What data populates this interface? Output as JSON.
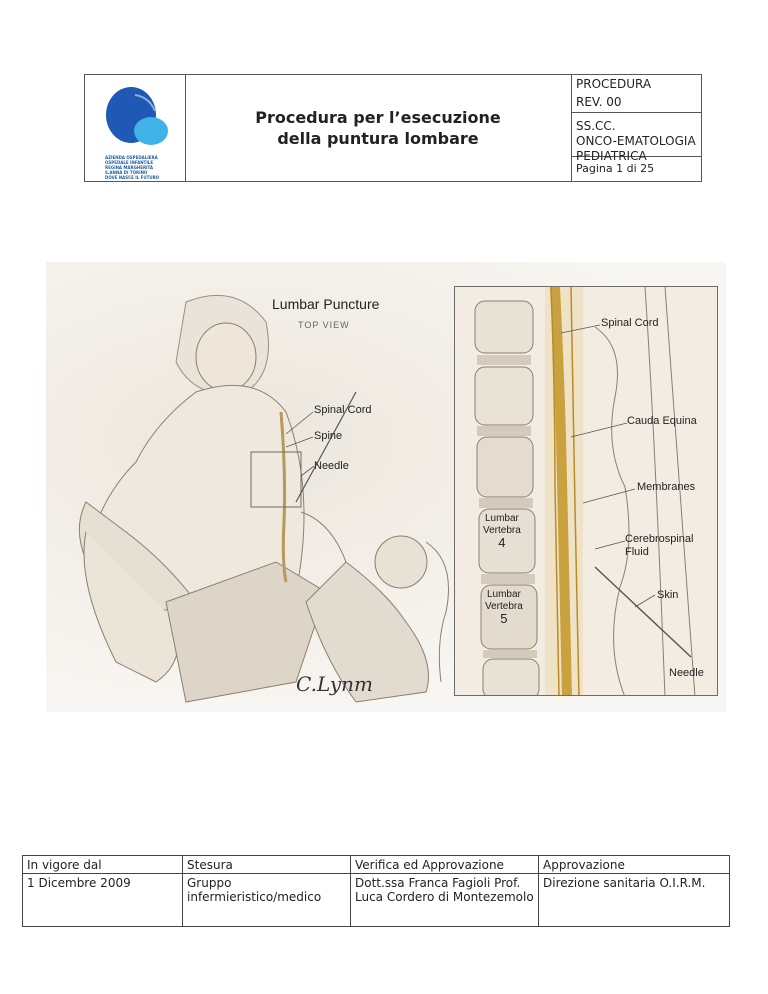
{
  "header": {
    "title_line1": "Procedura per l’esecuzione",
    "title_line2": "della puntura lombare",
    "doc_type": "PROCEDURA",
    "revision": "REV.  00",
    "dept_line1": "SS.CC.",
    "dept_line2": "ONCO-EMATOLOGIA PEDIATRICA",
    "page": "Pagina 1 di 25",
    "logo": {
      "icon": "hospital-logo",
      "line1": "AZIENDA OSPEDALIERA",
      "line2": "OSPEDALE INFANTILE",
      "line3": "REGINA MARGHERITA",
      "line4": "S.ANNA DI TORINO",
      "line5": "DOVE NASCE IL FUTURO",
      "colors": {
        "dark": "#1f58b5",
        "light": "#3fb3e8"
      }
    }
  },
  "illustration": {
    "title": "Lumbar Puncture",
    "subtitle": "TOP VIEW",
    "left_labels": {
      "spinal_cord": "Spinal Cord",
      "spine": "Spine",
      "needle": "Needle"
    },
    "inset_labels": {
      "spinal_cord": "Spinal Cord",
      "cauda_equina": "Cauda Equina",
      "membranes": "Membranes",
      "lumbar4_a": "Lumbar",
      "lumbar4_b": "Vertebra",
      "lumbar4_c": "4",
      "csf_a": "Cerebrospinal",
      "csf_b": "Fluid",
      "lumbar5_a": "Lumbar",
      "lumbar5_b": "Vertebra",
      "lumbar5_c": "5",
      "skin": "Skin",
      "needle": "Needle"
    },
    "signature": "C.Lynm"
  },
  "footer": {
    "columns": [
      {
        "header": "In vigore dal",
        "value": "1 Dicembre 2009"
      },
      {
        "header": "Stesura",
        "value": "Gruppo infermieristico/medico"
      },
      {
        "header": "Verifica ed Approvazione",
        "value": "Dott.ssa Franca Fagioli Prof. Luca Cordero di Montezemolo"
      },
      {
        "header": "Approvazione",
        "value": "Direzione sanitaria O.I.R.M."
      }
    ]
  }
}
